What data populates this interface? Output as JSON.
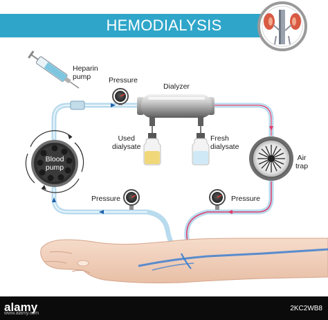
{
  "title": "HEMODIALYSIS",
  "labels": {
    "heparin_pump": [
      "Heparin",
      "pump"
    ],
    "pressure_top": "Pressure",
    "dialyzer": "Dialyzer",
    "used_dialysate": [
      "Used",
      "dialysate"
    ],
    "fresh_dialysate": [
      "Fresh",
      "dialysate"
    ],
    "blood_pump": [
      "Blood",
      "pump"
    ],
    "air_trap": [
      "Air",
      "trap"
    ],
    "pressure_left": "Pressure",
    "pressure_right": "Pressure"
  },
  "icons": [
    "kidneys-icon",
    "syringe-icon",
    "pressure-gauge-icon",
    "pump-rotor-icon",
    "air-trap-icon"
  ],
  "colors": {
    "title_bar": "#2fa6c9",
    "arterial_blood_line": "#e23c6a",
    "venous_tube": "#b9dbee",
    "used_dialysate_fluid": "#f0d87a",
    "fresh_dialysate_fluid": "#cfe9f6"
  },
  "watermark": {
    "logo": "alamy",
    "code": "2KC2WB8",
    "url": "www.alamy.com"
  }
}
